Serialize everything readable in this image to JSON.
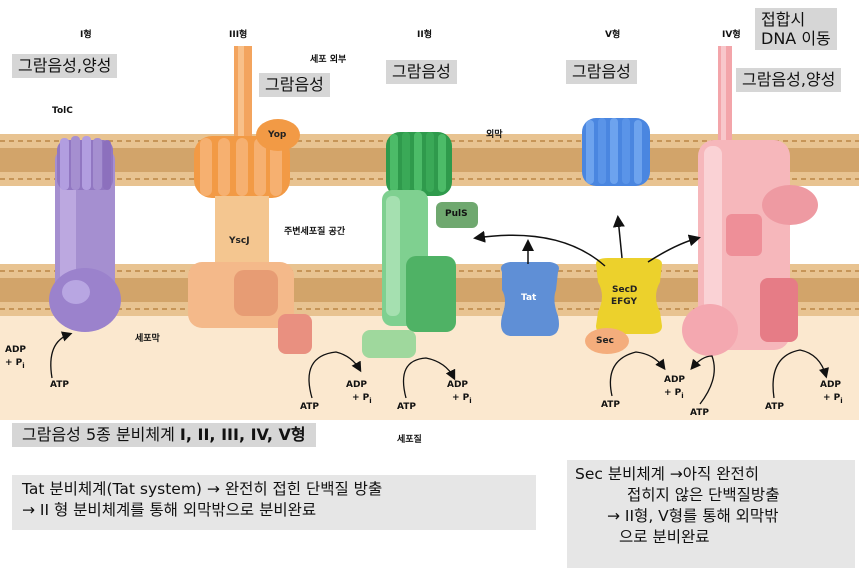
{
  "colors": {
    "membrane_outer": "#e8c391",
    "membrane_band": "#d2a46a",
    "cytoplasm": "#fbe8cf",
    "type1": "#a58fd0",
    "type3": "#f29a45",
    "type2": "#55ba6b",
    "tat": "#5f8fd6",
    "sec": "#ecd12c",
    "type5": "#4a86e0",
    "type4": "#f3a5aa"
  },
  "system_headers": {
    "type1": "I형",
    "type3": "III형",
    "type2": "II형",
    "type5": "V형",
    "type4": "IV형"
  },
  "region_labels": {
    "outside": "세포 외부",
    "outer_membrane": "외막",
    "periplasm": "주변세포질 공간",
    "inner_membrane": "세포막",
    "cytoplasm": "세포질"
  },
  "protein_labels": {
    "tolc": "TolC",
    "yop": "Yop",
    "yscj": "YscJ",
    "puls": "PulS",
    "tat": "Tat",
    "secd_line1": "SecD",
    "secd_line2": "EFGY",
    "sec": "Sec"
  },
  "energy": {
    "adp": "ADP",
    "pi": "+ P",
    "pi_sub": "i",
    "atp": "ATP"
  },
  "gram_labels": {
    "type1": "그람음성,양성",
    "type3": "그람음성",
    "type2": "그람음성",
    "type5": "그람음성",
    "type4": "그람음성,양성"
  },
  "conjugation": {
    "line1": "접합시",
    "line2": "DNA 이동"
  },
  "summary_box": {
    "prefix": "그람음성 5종 분비체계 ",
    "emphasis": "I, II, III, IV, V형"
  },
  "tat_note": {
    "line1": "Tat 분비체계(Tat system) → 완전히 접힌 단백질 방출",
    "line2": "→ II 형 분비체계를 통해 외막밖으로 분비완료"
  },
  "sec_note": {
    "line1": "Sec 분비체계 →아직 완전히",
    "line2": "접히지 않은 단백질방출",
    "line3": "→ II형, V형를 통해 외막밖",
    "line4": "으로 분비완료"
  }
}
